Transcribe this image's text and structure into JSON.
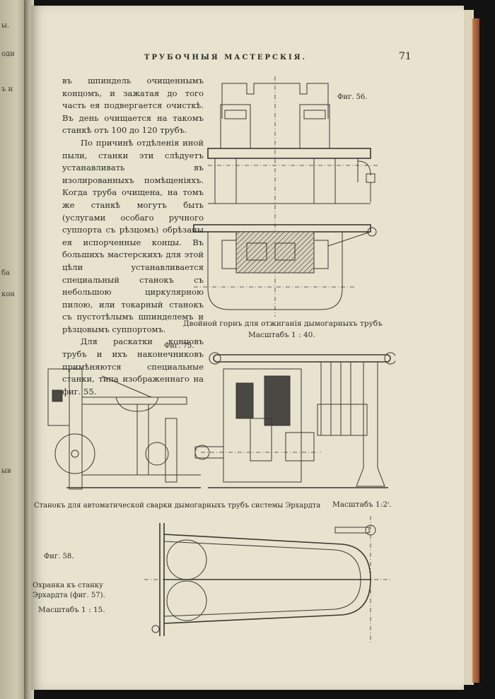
{
  "page": {
    "running_head": "ТРУБОЧНЫЯ МАСТЕРСКІЯ.",
    "page_number": "71"
  },
  "body_paragraphs": [
    "въ шпиндель очищеннымъ концомъ, и зажатая до того часть ея подвергается очисткѣ. Въ день очищается на такомъ станкѣ отъ 100 до 120 трубъ.",
    "По причинѣ отдѣленія иной пыли, станки эти слѣдуетъ устанавливать въ изолированныхъ помѣщеніяхъ. Когда труба очищена, на томъ же станкѣ могутъ быть (услугами особаго ручного суппорта съ рѣзцомъ) обрѣзаны ея испорченные концы. Въ большихъ мастерскихъ для этой цѣли устанавливается специальный станокъ съ небольшою циркулярною пилою, или токарный станокъ съ пустотѣлымъ шпинделемъ и рѣзцовымъ суппортомъ.",
    "Для раскатки концовъ трубъ и ихъ наконечниковъ примѣняются специальные станки, типа изображеннаго на фиг. 55."
  ],
  "figures": {
    "fig56": {
      "label": "Фиг. 56.",
      "caption": "Двойной горнъ для отжиганія дымогарныхъ трубъ",
      "scale": "Масштабъ 1 : 40."
    },
    "fig57": {
      "label": "Фиг. 75.",
      "caption": "Станокъ для автоматической сварки дымогарныхъ трубъ системы Эрхардта",
      "scale": "Масштабъ 1:2ⁱ."
    },
    "fig58": {
      "label": "Фиг. 58.",
      "caption_lines": [
        "Охранка къ станку",
        "Эрхардта (фиг. 57)."
      ],
      "scale": "Масштабъ 1 : 15."
    }
  },
  "previous_page_fragments": [
    "ы.",
    "оди",
    "ъ н",
    "ба",
    "кон",
    "ыв"
  ]
}
